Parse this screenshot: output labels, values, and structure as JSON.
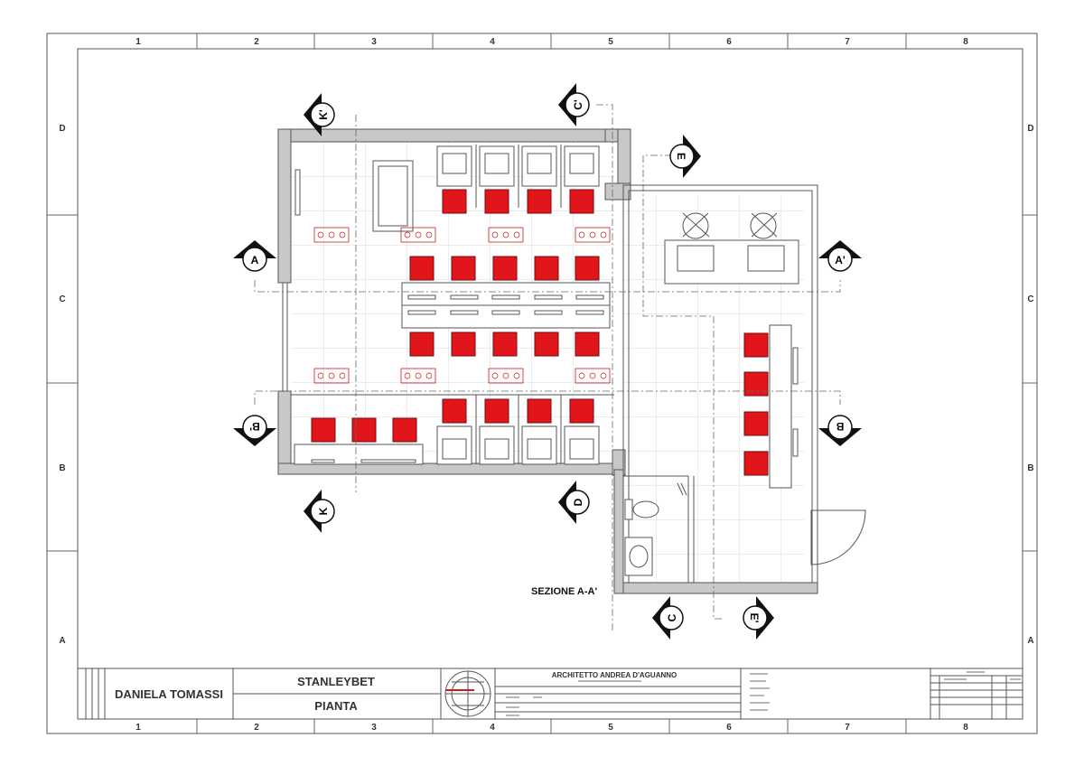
{
  "grid": {
    "columns": [
      "1",
      "2",
      "3",
      "4",
      "5",
      "6",
      "7",
      "8"
    ],
    "rows": [
      "D",
      "C",
      "B",
      "A"
    ]
  },
  "section_markers": {
    "a": "A",
    "a_prime": "A'",
    "b_prime": "B'",
    "b": "B",
    "c_prime": "C'",
    "c": "C",
    "d": "D",
    "e": "E",
    "e_prime": "E'",
    "k_prime": "K'",
    "k": "K"
  },
  "drawing_caption": "SEZIONE A-A'",
  "title_block": {
    "author": "DANIELA TOMASSI",
    "project": "STANLEYBET",
    "sheet": "PIANTA",
    "firm": "ARCHITETTO ANDREA D'AGUANNO"
  },
  "colors": {
    "seat_red": "#e0161b",
    "wall_gray": "#c8c8c8",
    "line": "#444444",
    "grid_line": "#d4d4d4"
  }
}
